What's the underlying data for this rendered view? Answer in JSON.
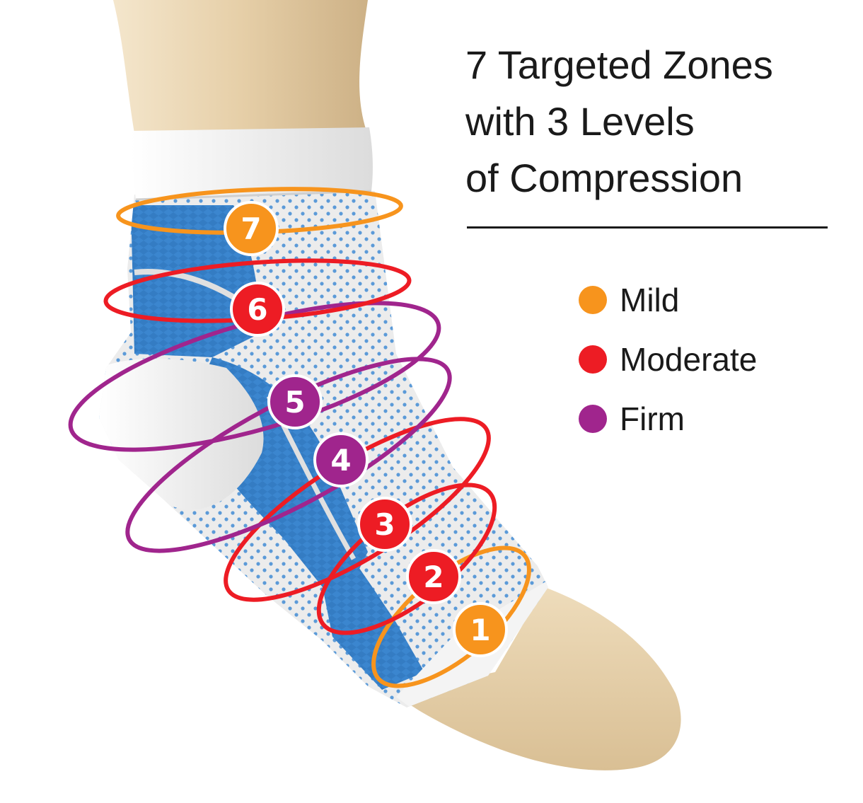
{
  "headline": {
    "line1": "7 Targeted Zones",
    "line2": "with 3 Levels",
    "line3": "of Compression"
  },
  "colors": {
    "mild": "#f7941d",
    "moderate": "#ed1c24",
    "firm": "#a0258d",
    "sock_blue": "#3a86cf",
    "sock_white": "#f2f2f2",
    "skin": "#e9d4b2"
  },
  "legend": [
    {
      "label": "Mild",
      "level": "mild",
      "color": "#f7941d"
    },
    {
      "label": "Moderate",
      "level": "moderate",
      "color": "#ed1c24"
    },
    {
      "label": "Firm",
      "level": "firm",
      "color": "#a0258d"
    }
  ],
  "zones": [
    {
      "number": "1",
      "level": "mild"
    },
    {
      "number": "2",
      "level": "moderate"
    },
    {
      "number": "3",
      "level": "moderate"
    },
    {
      "number": "4",
      "level": "firm"
    },
    {
      "number": "5",
      "level": "firm"
    },
    {
      "number": "6",
      "level": "moderate"
    },
    {
      "number": "7",
      "level": "mild"
    }
  ]
}
